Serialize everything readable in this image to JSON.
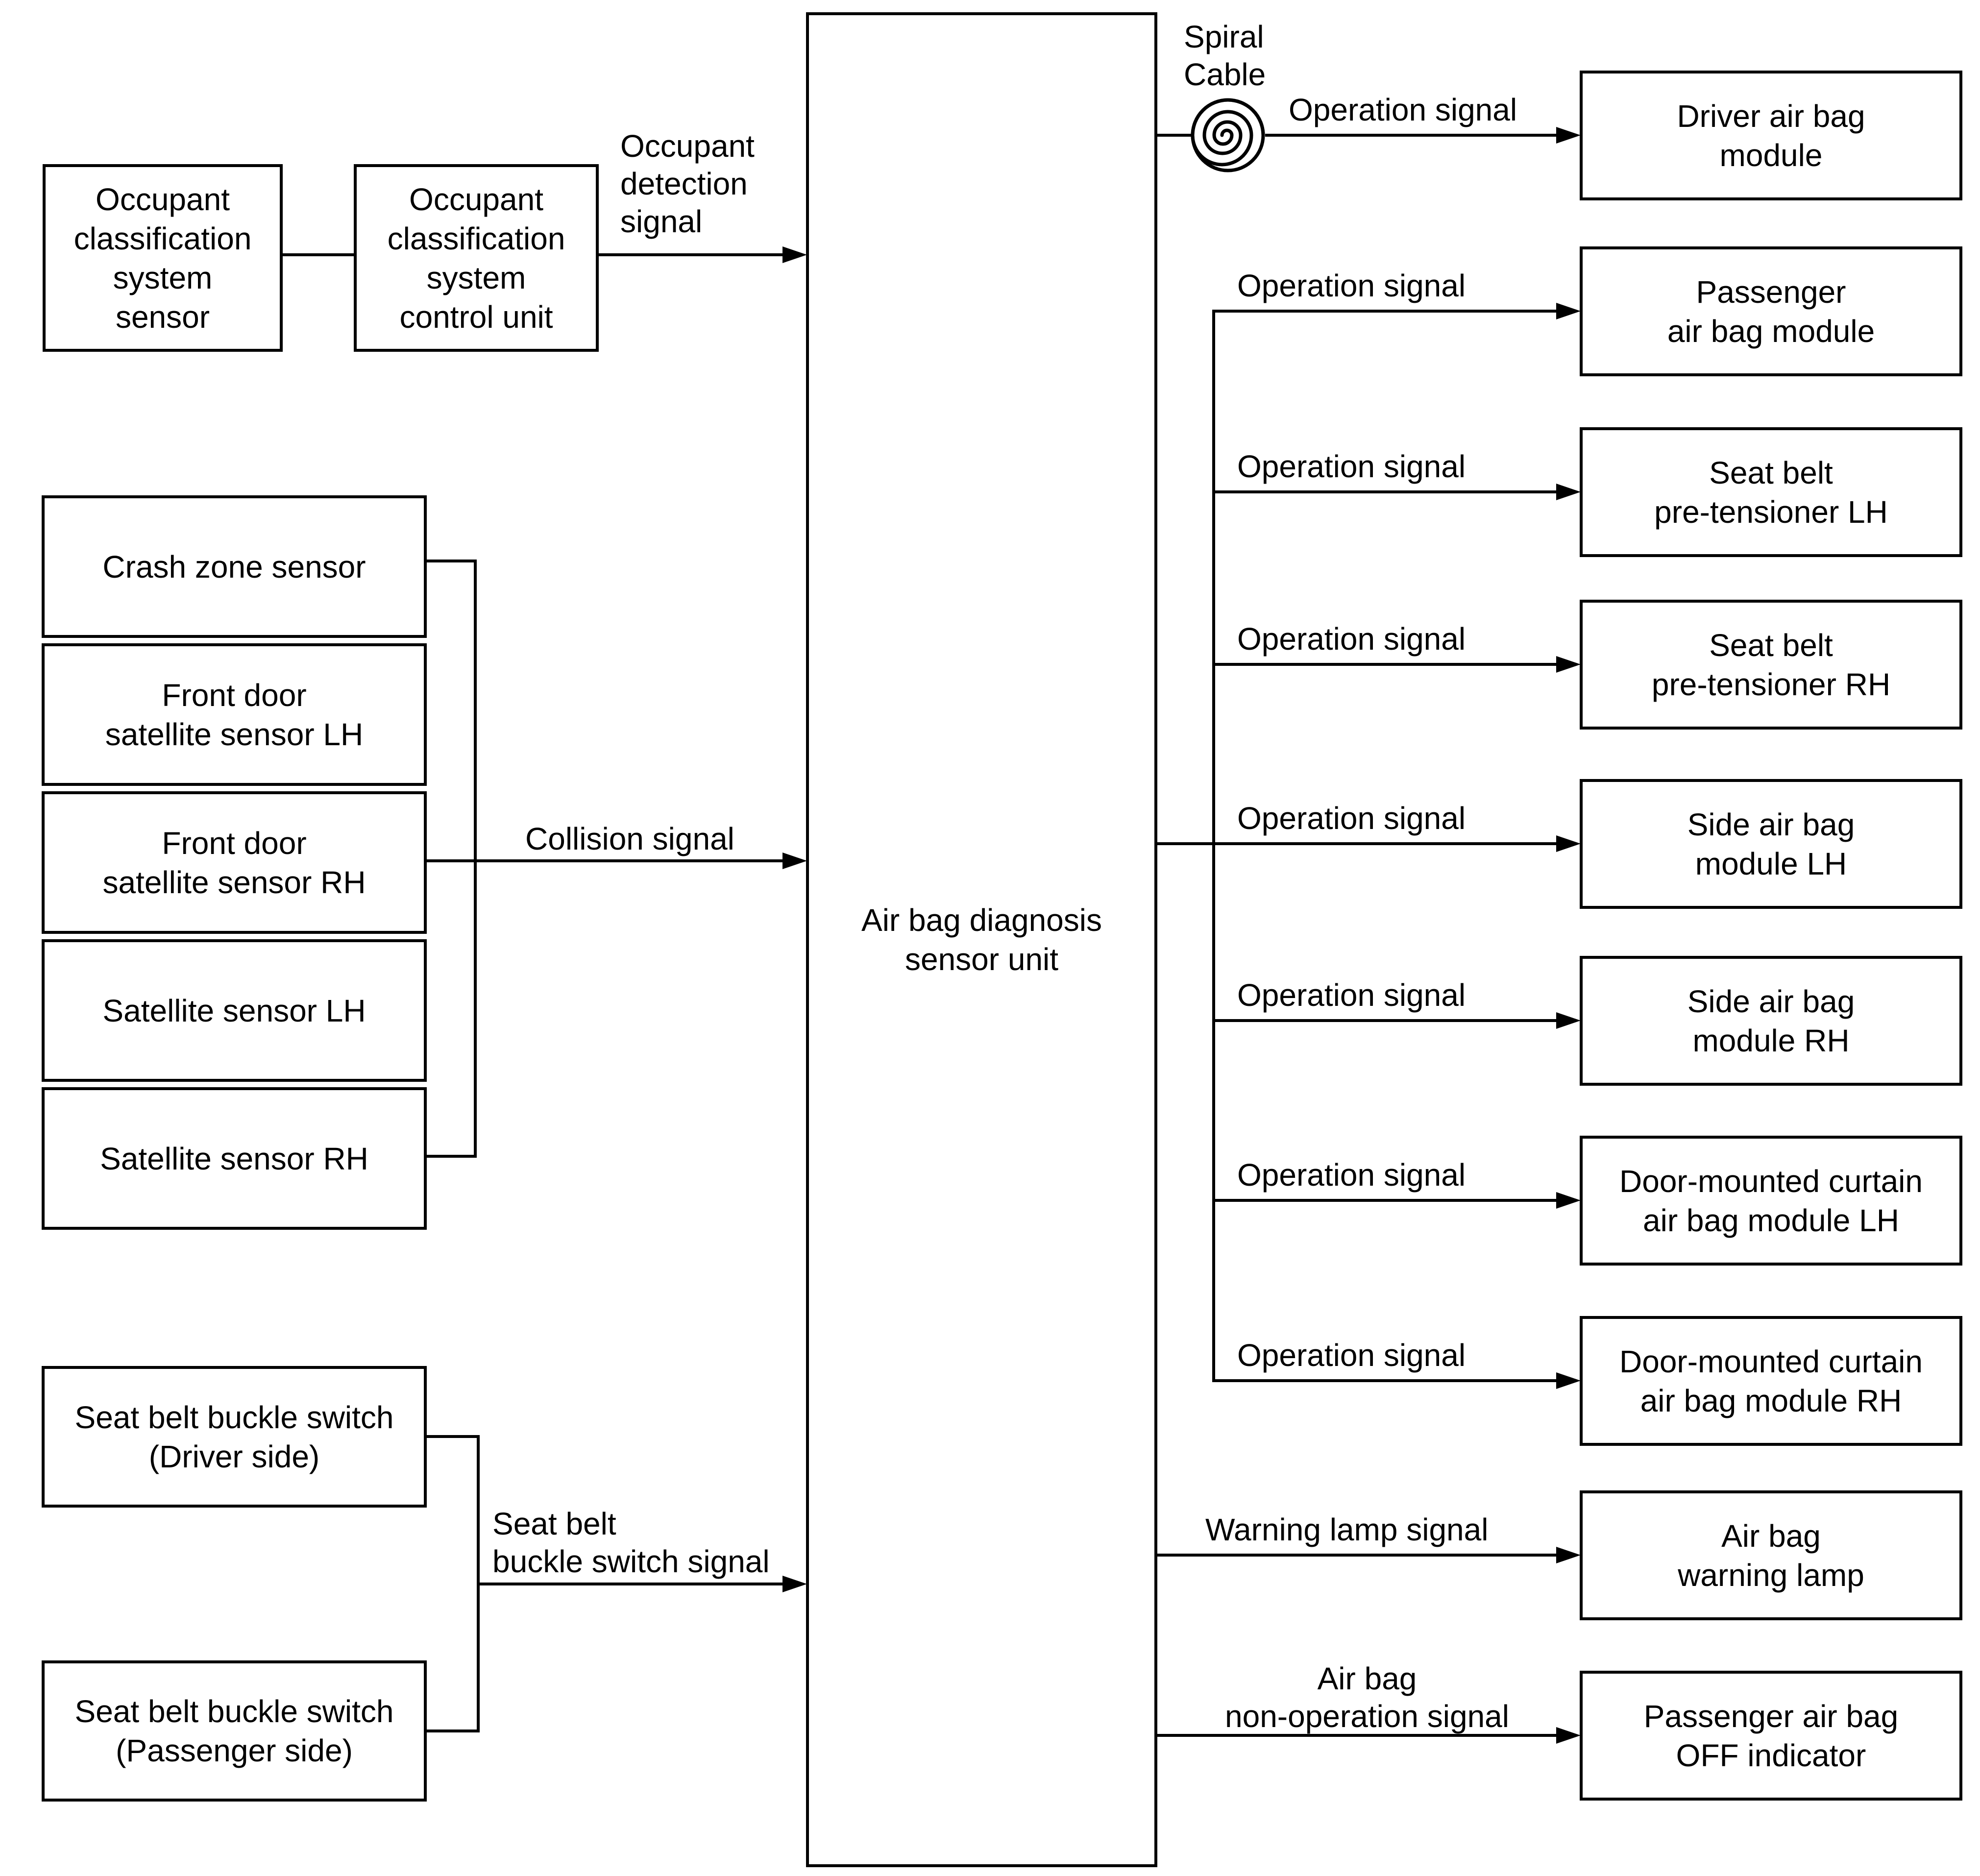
{
  "colors": {
    "line": "#000000",
    "background": "#ffffff"
  },
  "center_unit": {
    "label": "Air bag diagnosis\nsensor unit"
  },
  "spiral_cable": {
    "label": "Spiral\nCable"
  },
  "inputs": {
    "occupant": {
      "sensor_label": "Occupant\nclassification\nsystem\nsensor",
      "control_unit_label": "Occupant\nclassification\nsystem\ncontrol unit",
      "signal_label": "Occupant\ndetection\nsignal"
    },
    "collision": {
      "signal_label": "Collision signal",
      "sensors": [
        "Crash zone sensor",
        "Front door\nsatellite sensor LH",
        "Front door\nsatellite sensor RH",
        "Satellite sensor LH",
        "Satellite sensor RH"
      ]
    },
    "seat_belt": {
      "signal_label": "Seat belt\nbuckle switch signal",
      "switches": [
        "Seat belt buckle switch\n(Driver side)",
        "Seat belt buckle switch\n(Passenger side)"
      ]
    }
  },
  "outputs": [
    {
      "label": "Driver air bag\nmodule",
      "signal": "Operation signal"
    },
    {
      "label": "Passenger\nair bag module",
      "signal": "Operation signal"
    },
    {
      "label": "Seat belt\npre-tensioner LH",
      "signal": "Operation signal"
    },
    {
      "label": "Seat belt\npre-tensioner RH",
      "signal": "Operation signal"
    },
    {
      "label": "Side air bag\nmodule LH",
      "signal": "Operation signal"
    },
    {
      "label": "Side air bag\nmodule RH",
      "signal": "Operation signal"
    },
    {
      "label": "Door-mounted curtain\nair bag module LH",
      "signal": "Operation signal"
    },
    {
      "label": "Door-mounted curtain\nair bag module RH",
      "signal": "Operation signal"
    },
    {
      "label": "Air bag\nwarning lamp",
      "signal": "Warning lamp signal"
    },
    {
      "label": "Passenger air bag\nOFF indicator",
      "signal": "Air bag\nnon-operation signal"
    }
  ]
}
